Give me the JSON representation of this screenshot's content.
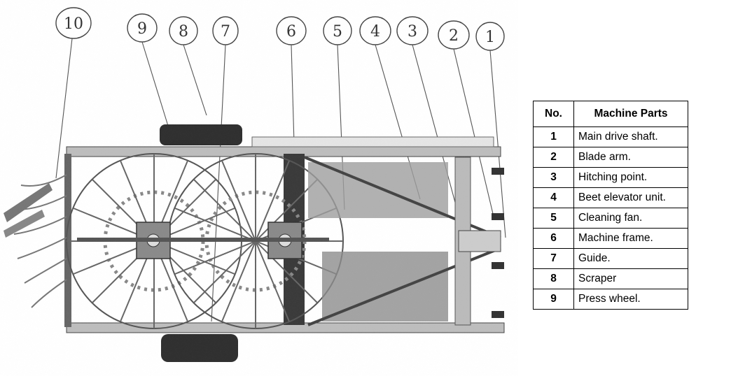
{
  "callouts": [
    "10",
    "9",
    "8",
    "7",
    "6",
    "5",
    "4",
    "3",
    "2",
    "1"
  ],
  "table": {
    "headers": [
      "No.",
      "Machine Parts"
    ],
    "rows": [
      {
        "no": "1",
        "part": "Main drive shaft."
      },
      {
        "no": "2",
        "part": "Blade arm."
      },
      {
        "no": "3",
        "part": "Hitching point."
      },
      {
        "no": "4",
        "part": "Beet elevator unit."
      },
      {
        "no": "5",
        "part": "Cleaning fan."
      },
      {
        "no": "6",
        "part": "Machine frame."
      },
      {
        "no": "7",
        "part": "Guide."
      },
      {
        "no": "8",
        "part": "Scraper"
      },
      {
        "no": "9",
        "part": "Press wheel."
      }
    ]
  }
}
